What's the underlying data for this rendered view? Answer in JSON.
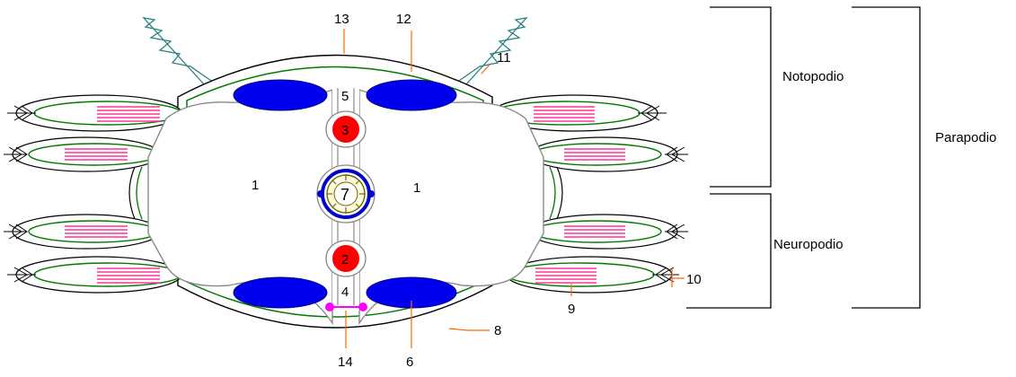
{
  "diagram": {
    "numbers": {
      "n1_left": "1",
      "n1_right": "1",
      "n2": "2",
      "n3": "3",
      "n4": "4",
      "n5": "5",
      "n6": "6",
      "n7": "7",
      "n8": "8",
      "n9": "9",
      "n10": "10",
      "n11": "11",
      "n12": "12",
      "n13": "13",
      "n14": "14"
    },
    "brackets": {
      "notopodio": "Notopodio",
      "neuropodio": "Neuropodio",
      "parapodio": "Parapodio"
    }
  },
  "colors": {
    "outline": "#000000",
    "muscle_green": "#007a00",
    "coelom_grey": "#8a8a8a",
    "muscle_blue": "#0000cc",
    "vessel_red": "#ff0000",
    "chaeta_pink": "#ff3399",
    "nephridium_magenta": "#ff00ff",
    "gill_teal": "#2a8080",
    "leader_orange": "#ff6600",
    "gut_yellow": "#fffbe0",
    "gut_olive": "#6b6b00"
  }
}
